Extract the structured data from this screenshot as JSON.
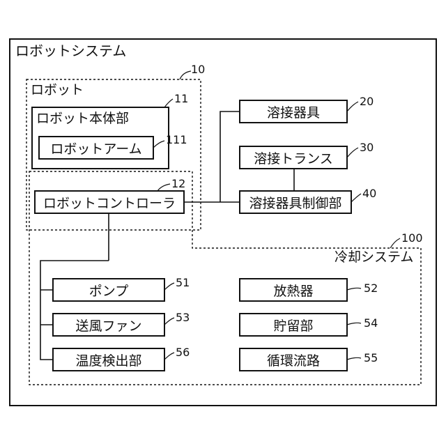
{
  "system_title": "ロボットシステム",
  "robot": {
    "label": "ロボット",
    "ref": "10"
  },
  "robot_body": {
    "label": "ロボット本体部",
    "ref": "11"
  },
  "robot_arm": {
    "label": "ロボットアーム",
    "ref": "111"
  },
  "controller": {
    "label": "ロボットコントローラ",
    "ref": "12"
  },
  "welding_tool": {
    "label": "溶接器具",
    "ref": "20"
  },
  "welding_transformer": {
    "label": "溶接トランス",
    "ref": "30"
  },
  "welding_tool_control": {
    "label": "溶接器具制御部",
    "ref": "40"
  },
  "cooling_system": {
    "label": "冷却システム",
    "ref": "100"
  },
  "pump": {
    "label": "ポンプ",
    "ref": "51"
  },
  "radiator": {
    "label": "放熱器",
    "ref": "52"
  },
  "blower_fan": {
    "label": "送風ファン",
    "ref": "53"
  },
  "reservoir": {
    "label": "貯留部",
    "ref": "54"
  },
  "temp_detector": {
    "label": "温度検出部",
    "ref": "56"
  },
  "circulation_path": {
    "label": "循環流路",
    "ref": "55"
  }
}
